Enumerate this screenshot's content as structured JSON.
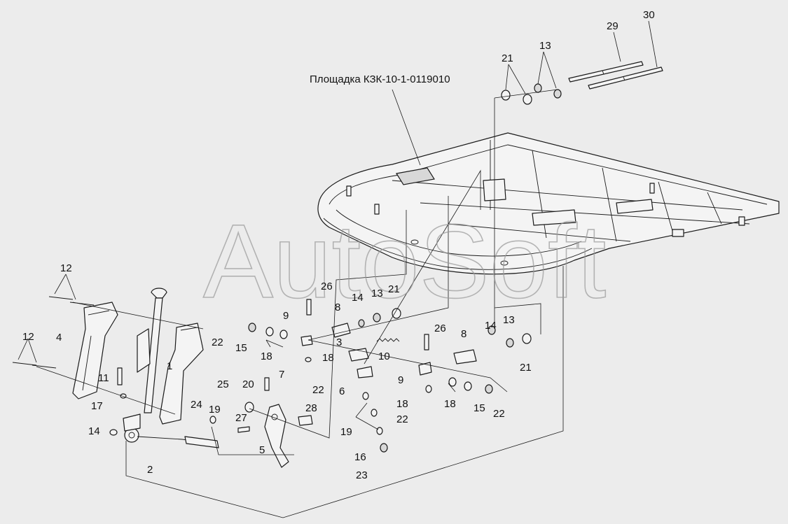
{
  "diagram": {
    "title": "Площадка КЗК-10-1-0119010",
    "watermark": "AutoSoft",
    "callouts": [
      "30",
      "29",
      "21",
      "13",
      "12",
      "12",
      "4",
      "1",
      "11",
      "17",
      "14",
      "2",
      "22",
      "15",
      "18",
      "9",
      "26",
      "8",
      "14",
      "13",
      "21",
      "3",
      "10",
      "18",
      "22",
      "6",
      "8",
      "26",
      "14",
      "13",
      "21",
      "9",
      "18",
      "18",
      "15",
      "22",
      "22",
      "25",
      "20",
      "7",
      "24",
      "19",
      "27",
      "28",
      "5",
      "19",
      "16",
      "23"
    ]
  }
}
